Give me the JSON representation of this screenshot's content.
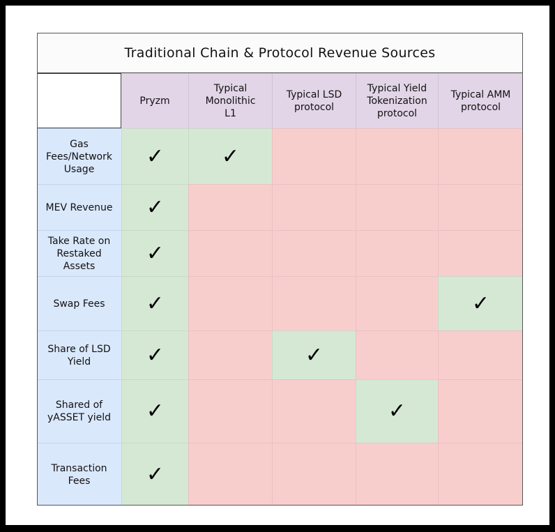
{
  "title": "Traditional Chain & Protocol Revenue Sources",
  "columns": [
    "Pryzm",
    "Typical Monolithic L1",
    "Typical LSD protocol",
    "Typical Yield Tokenization protocol",
    "Typical AMM protocol"
  ],
  "rows": [
    "Gas Fees/Network Usage",
    "MEV Revenue",
    "Take Rate on Restaked Assets",
    "Swap Fees",
    "Share of LSD Yield",
    "Shared of yASSET yield",
    "Transaction Fees"
  ],
  "matrix": [
    [
      true,
      true,
      false,
      false,
      false
    ],
    [
      true,
      false,
      false,
      false,
      false
    ],
    [
      true,
      false,
      false,
      false,
      false
    ],
    [
      true,
      false,
      false,
      false,
      true
    ],
    [
      true,
      false,
      true,
      false,
      false
    ],
    [
      true,
      false,
      false,
      true,
      false
    ],
    [
      true,
      false,
      false,
      false,
      false
    ]
  ],
  "check_mark": "✓",
  "colors": {
    "header_purple": "#e1d5e7",
    "row_blue": "#dae8fc",
    "yes_green": "#d5e8d4",
    "no_red": "#f8cecc"
  }
}
